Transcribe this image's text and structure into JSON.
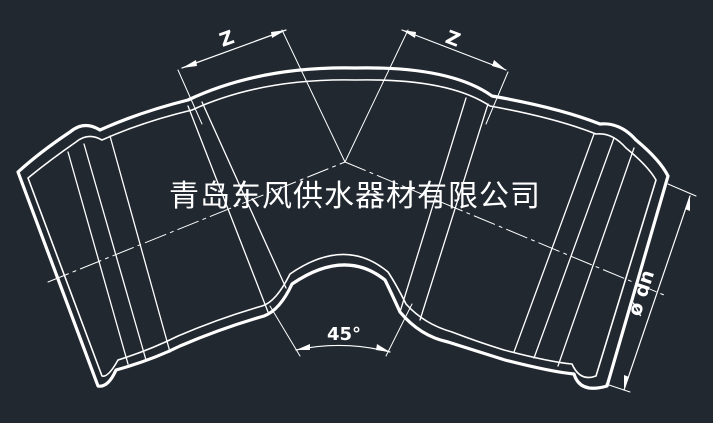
{
  "dimensions": {
    "z_left": "Z",
    "z_right": "Z",
    "angle": "45°",
    "diameter": "ø dn"
  },
  "watermark": "青岛东风供水器材有限公司",
  "colors": {
    "background": "#212830",
    "outline": "#ffffff"
  }
}
